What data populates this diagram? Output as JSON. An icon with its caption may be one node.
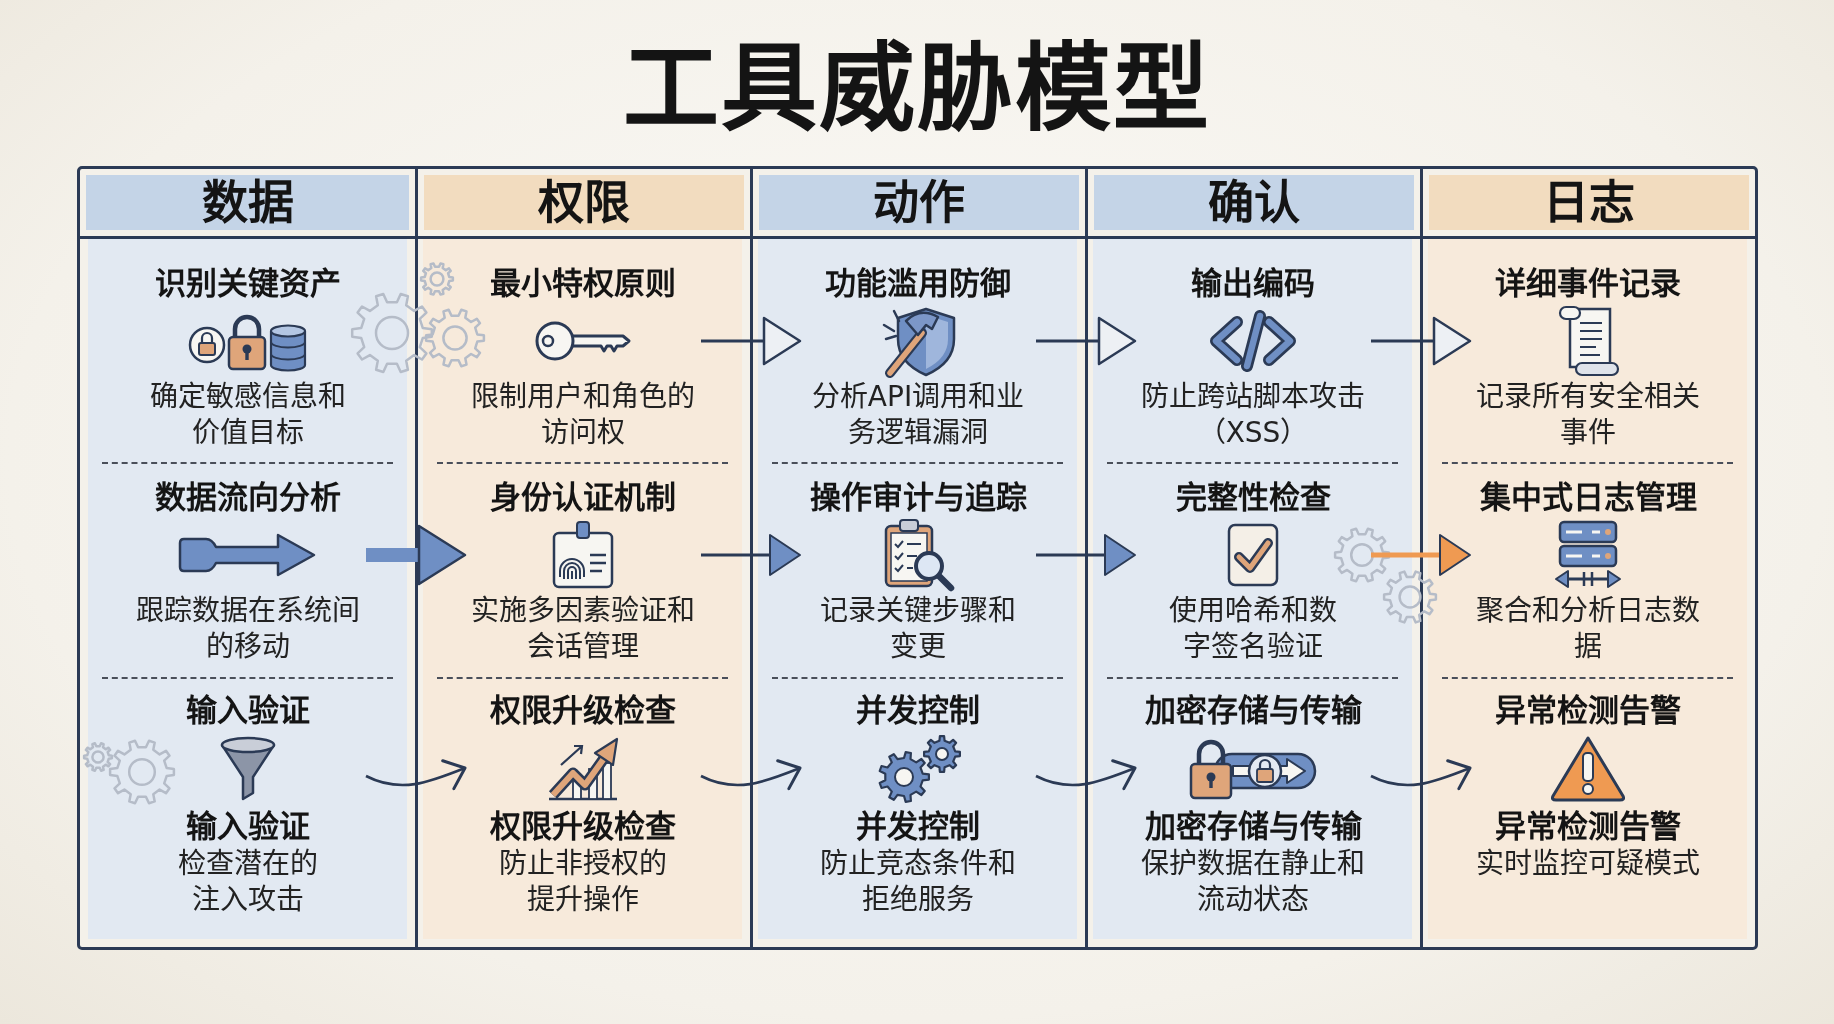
{
  "diagram": {
    "title": "工具威胁模型",
    "nodes": [
      {
        "text": [
          "数据"
        ]
      },
      {
        "text": [
          "识别关键资产",
          "确定敏感信息和价值目标"
        ],
        "in": 0
      },
      {
        "text": [
          "数据流向分析",
          "跟踪数据在系统间的移动"
        ],
        "in": 0
      },
      {
        "text": [
          "输入验证",
          "输入验证",
          "检查潜在的注入攻击"
        ],
        "in": 0
      },
      {
        "text": [
          "权限"
        ]
      },
      {
        "text": [
          "最小特权原则",
          "限制用户和角色的访问权"
        ],
        "in": 4
      },
      {
        "text": [
          "身份认证机制",
          "实施多因素验证和会话管理"
        ],
        "in": 4
      },
      {
        "text": [
          "权限升级检查",
          "权限升级检查",
          "防止非授权的提升操作"
        ],
        "in": 4
      },
      {
        "text": [
          "动作"
        ]
      },
      {
        "text": [
          "功能滥用防御",
          "分析API调用和业务逻辑漏洞"
        ],
        "in": 8
      },
      {
        "text": [
          "操作审计与追踪",
          "记录关键步骤和变更"
        ],
        "in": 8
      },
      {
        "text": [
          "并发控制",
          "并发控制",
          "防止竞态条件和拒绝服务"
        ],
        "in": 8
      },
      {
        "text": [
          "确认"
        ]
      },
      {
        "text": [
          "输出编码",
          "防止跨站脚本攻击（XSS）"
        ],
        "in": 12
      },
      {
        "text": [
          "完整性检查",
          "使用哈希和数字签名验证"
        ],
        "in": 12
      },
      {
        "text": [
          "加密存储与传输",
          "加密存储与传输",
          "保护数据在静止和流动状态"
        ],
        "in": 12
      },
      {
        "text": [
          "日志"
        ]
      },
      {
        "text": [
          "详细事件记录",
          "记录所有安全相关事件"
        ],
        "in": 16
      },
      {
        "text": [
          "集中式日志管理",
          "聚合和分析日志数据"
        ],
        "in": 16
      },
      {
        "text": [
          "异常检测告警",
          "异常检测告警",
          "实时监控可疑模式"
        ],
        "in": 16
      }
    ],
    "edges": [
      {
        "from": 5,
        "to": 9,
        "arrow": "to"
      },
      {
        "from": 9,
        "to": 13,
        "arrow": "to"
      },
      {
        "from": 13,
        "to": 17,
        "arrow": "to"
      },
      {
        "from": 2,
        "to": 6,
        "arrow": "to",
        "style": "thick",
        "color": "#6f8fc4"
      },
      {
        "from": 6,
        "to": 10,
        "arrow": "to"
      },
      {
        "from": 10,
        "to": 14,
        "arrow": "to"
      },
      {
        "from": 14,
        "to": 18,
        "arrow": "to",
        "color": "#ef9a52"
      },
      {
        "from": 3,
        "to": 7,
        "arrow": "to"
      },
      {
        "from": 7,
        "to": 11,
        "arrow": "to"
      },
      {
        "from": 11,
        "to": 15,
        "arrow": "to"
      },
      {
        "from": 15,
        "to": 19,
        "arrow": "to"
      }
    ]
  }
}
